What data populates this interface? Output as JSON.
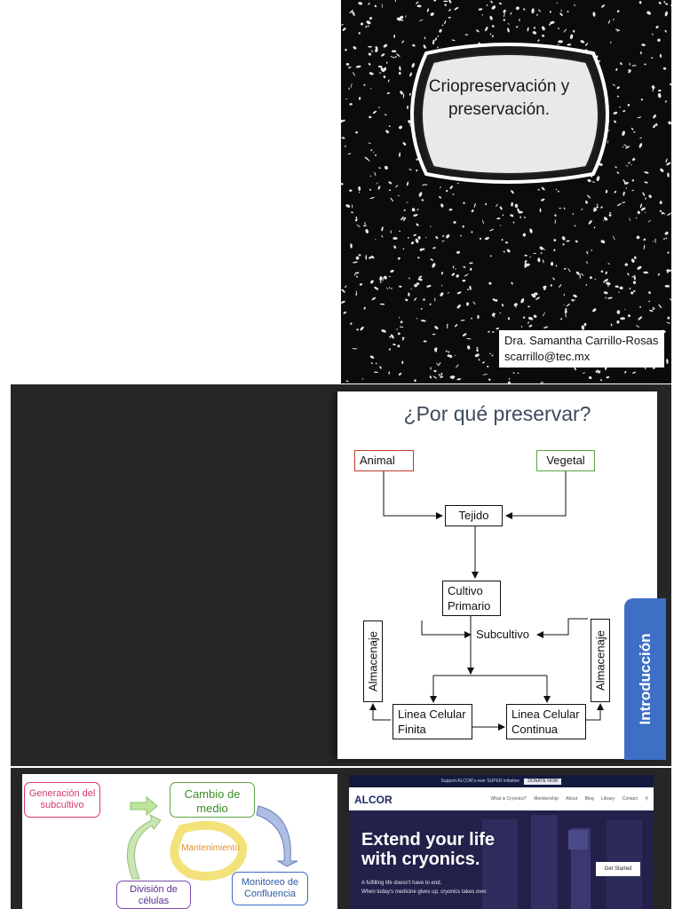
{
  "page1": {
    "cover_title": "Criopreservación y preservación.",
    "author_name": "Dra. Samantha Carrillo-Rosas",
    "author_email": "scarrillo@tec.mx"
  },
  "page2": {
    "slide_title": "¿Por qué preservar?",
    "nodes": {
      "animal": "Animal",
      "vegetal": "Vegetal",
      "tejido": "Tejido",
      "cultivo": "Cultivo Primario",
      "subcultivo": "Subcultivo",
      "almacenaje_left": "Almacenaje",
      "almacenaje_right": "Almacenaje",
      "finita": "Linea Celular Finita",
      "continua": "Linea Celular Continua"
    },
    "side_tab": "Introducción",
    "colors": {
      "animal_border": "#c0392b",
      "vegetal_border": "#5aa544",
      "tab": "#3d6fc4"
    }
  },
  "page3": {
    "cycle": {
      "generacion": "Generación del subcultivo",
      "cambio": "Cambio de medio",
      "mantenimiento": "Mantenimiento",
      "division": "División de células",
      "monitoreo": "Monitoreo de Confluencia"
    },
    "web": {
      "topbar_text": "Support ALCOR's ever SUPER initiative",
      "donate": "DONATE NOW",
      "logo": "ALCOR",
      "nav": [
        "What is Cryonics?",
        "Membership",
        "About",
        "Blog",
        "Library",
        "Contact"
      ],
      "hero_line1": "Extend your life",
      "hero_line2": "with cryonics.",
      "hero_sub1": "A fulfilling life doesn't have to end.",
      "hero_sub2": "When today's medicine gives up, cryonics takes over.",
      "cta": "Get Started"
    }
  }
}
